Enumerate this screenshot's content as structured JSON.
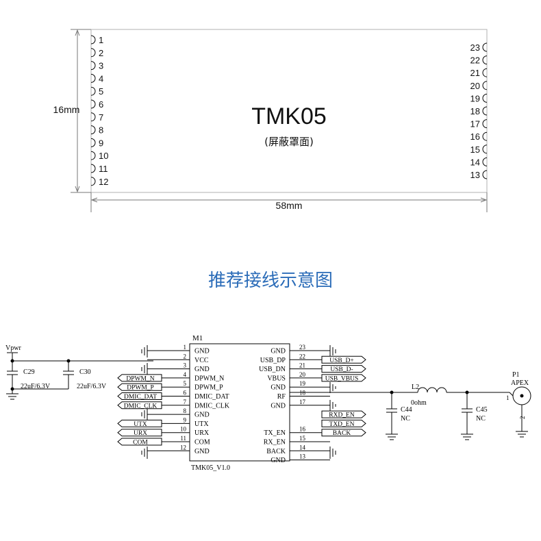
{
  "module": {
    "name": "TMK05",
    "subtitle": "(屏蔽罩面)",
    "height_label": "16mm",
    "width_label": "58mm",
    "left_pins": [
      "1",
      "2",
      "3",
      "4",
      "5",
      "6",
      "7",
      "8",
      "9",
      "10",
      "11",
      "12"
    ],
    "right_pins": [
      "23",
      "22",
      "21",
      "20",
      "19",
      "18",
      "17",
      "16",
      "15",
      "14",
      "13"
    ]
  },
  "section_title": "推荐接线示意图",
  "colors": {
    "title": "#2b6cb8",
    "line": "#000000",
    "dim": "#808080"
  },
  "schematic": {
    "ic_ref": "M1",
    "ic_name": "TMK05_V1.0",
    "left_pins": [
      {
        "num": "1",
        "name": "GND"
      },
      {
        "num": "2",
        "name": "VCC"
      },
      {
        "num": "3",
        "name": "GND"
      },
      {
        "num": "4",
        "name": "DPWM_N"
      },
      {
        "num": "5",
        "name": "DPWM_P"
      },
      {
        "num": "6",
        "name": "DMIC_DAT"
      },
      {
        "num": "7",
        "name": "DMIC_CLK"
      },
      {
        "num": "8",
        "name": "GND"
      },
      {
        "num": "9",
        "name": "UTX"
      },
      {
        "num": "10",
        "name": "URX"
      },
      {
        "num": "11",
        "name": "COM"
      },
      {
        "num": "12",
        "name": "GND"
      }
    ],
    "right_pins": [
      {
        "num": "23",
        "name": "GND"
      },
      {
        "num": "22",
        "name": "USB_DP"
      },
      {
        "num": "21",
        "name": "USB_DN"
      },
      {
        "num": "20",
        "name": "VBUS"
      },
      {
        "num": "19",
        "name": "GND"
      },
      {
        "num": "18",
        "name": "RF"
      },
      {
        "num": "17",
        "name": "GND"
      },
      {
        "num": "16",
        "name": "TX_EN"
      },
      {
        "num": "15",
        "name": "RX_EN"
      },
      {
        "num": "14",
        "name": "BACK"
      },
      {
        "num": "13",
        "name": "GND"
      }
    ],
    "left_nets": [
      "DPWM_N",
      "DPWM_P",
      "DMIC_DAT",
      "DMIC_CLK",
      "UTX",
      "URX",
      "COM"
    ],
    "right_nets": [
      "USB_D+",
      "USB_D-",
      "USB_VBUS",
      "RXD_EN",
      "TXD_EN",
      "BACK"
    ],
    "power_net": "Vpwr",
    "c29": {
      "ref": "C29",
      "value": "22uF/6.3V"
    },
    "c30": {
      "ref": "C30",
      "value": "22uF/6.3V"
    },
    "l2": {
      "ref": "L2",
      "value": "0ohm"
    },
    "c44": {
      "ref": "C44",
      "value": "NC"
    },
    "c45": {
      "ref": "C45",
      "value": "NC"
    },
    "p1": {
      "ref": "P1",
      "value": "APEX",
      "pin1": "1",
      "pin2": "2"
    }
  }
}
